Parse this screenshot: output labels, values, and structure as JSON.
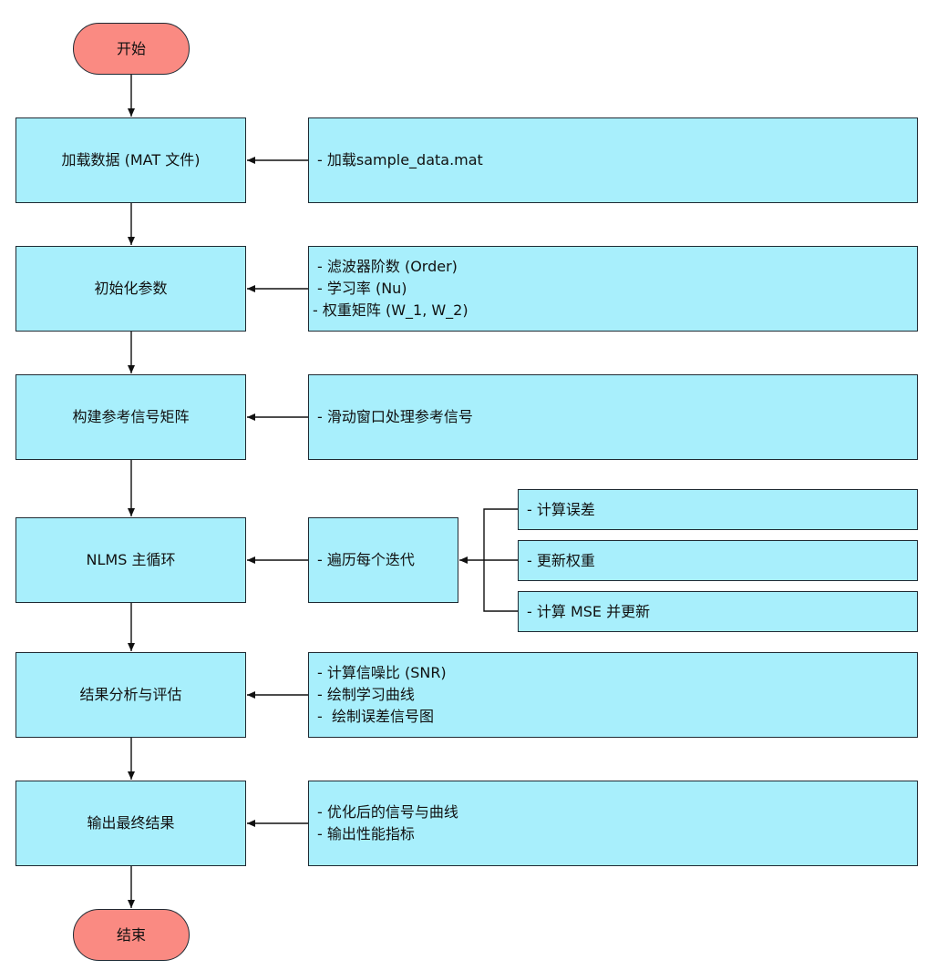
{
  "flowchart": {
    "start": "开始",
    "end": "结束",
    "steps": [
      {
        "label": "加载数据 (MAT 文件)",
        "details": [
          "- 加载sample_data.mat"
        ]
      },
      {
        "label": "初始化参数",
        "details": [
          "- 滤波器阶数 (Order)",
          "- 学习率 (Nu)",
          "- 权重矩阵 (W_1, W_2)"
        ]
      },
      {
        "label": "构建参考信号矩阵",
        "details": [
          "- 滑动窗口处理参考信号"
        ]
      },
      {
        "label": "NLMS 主循环",
        "details": [
          "- 遍历每个迭代"
        ]
      },
      {
        "label": "结果分析与评估",
        "details": [
          "- 计算信噪比 (SNR)",
          "- 绘制学习曲线",
          "-  绘制误差信号图"
        ]
      },
      {
        "label": "输出最终结果",
        "details": [
          "- 优化后的信号与曲线",
          "- 输出性能指标"
        ]
      }
    ],
    "loop_substeps": [
      "- 计算误差",
      "- 更新权重",
      "- 计算 MSE 并更新"
    ]
  },
  "colors": {
    "process_fill": "#a8effc",
    "terminal_fill": "#fa8a82",
    "stroke": "#1f2a33"
  }
}
